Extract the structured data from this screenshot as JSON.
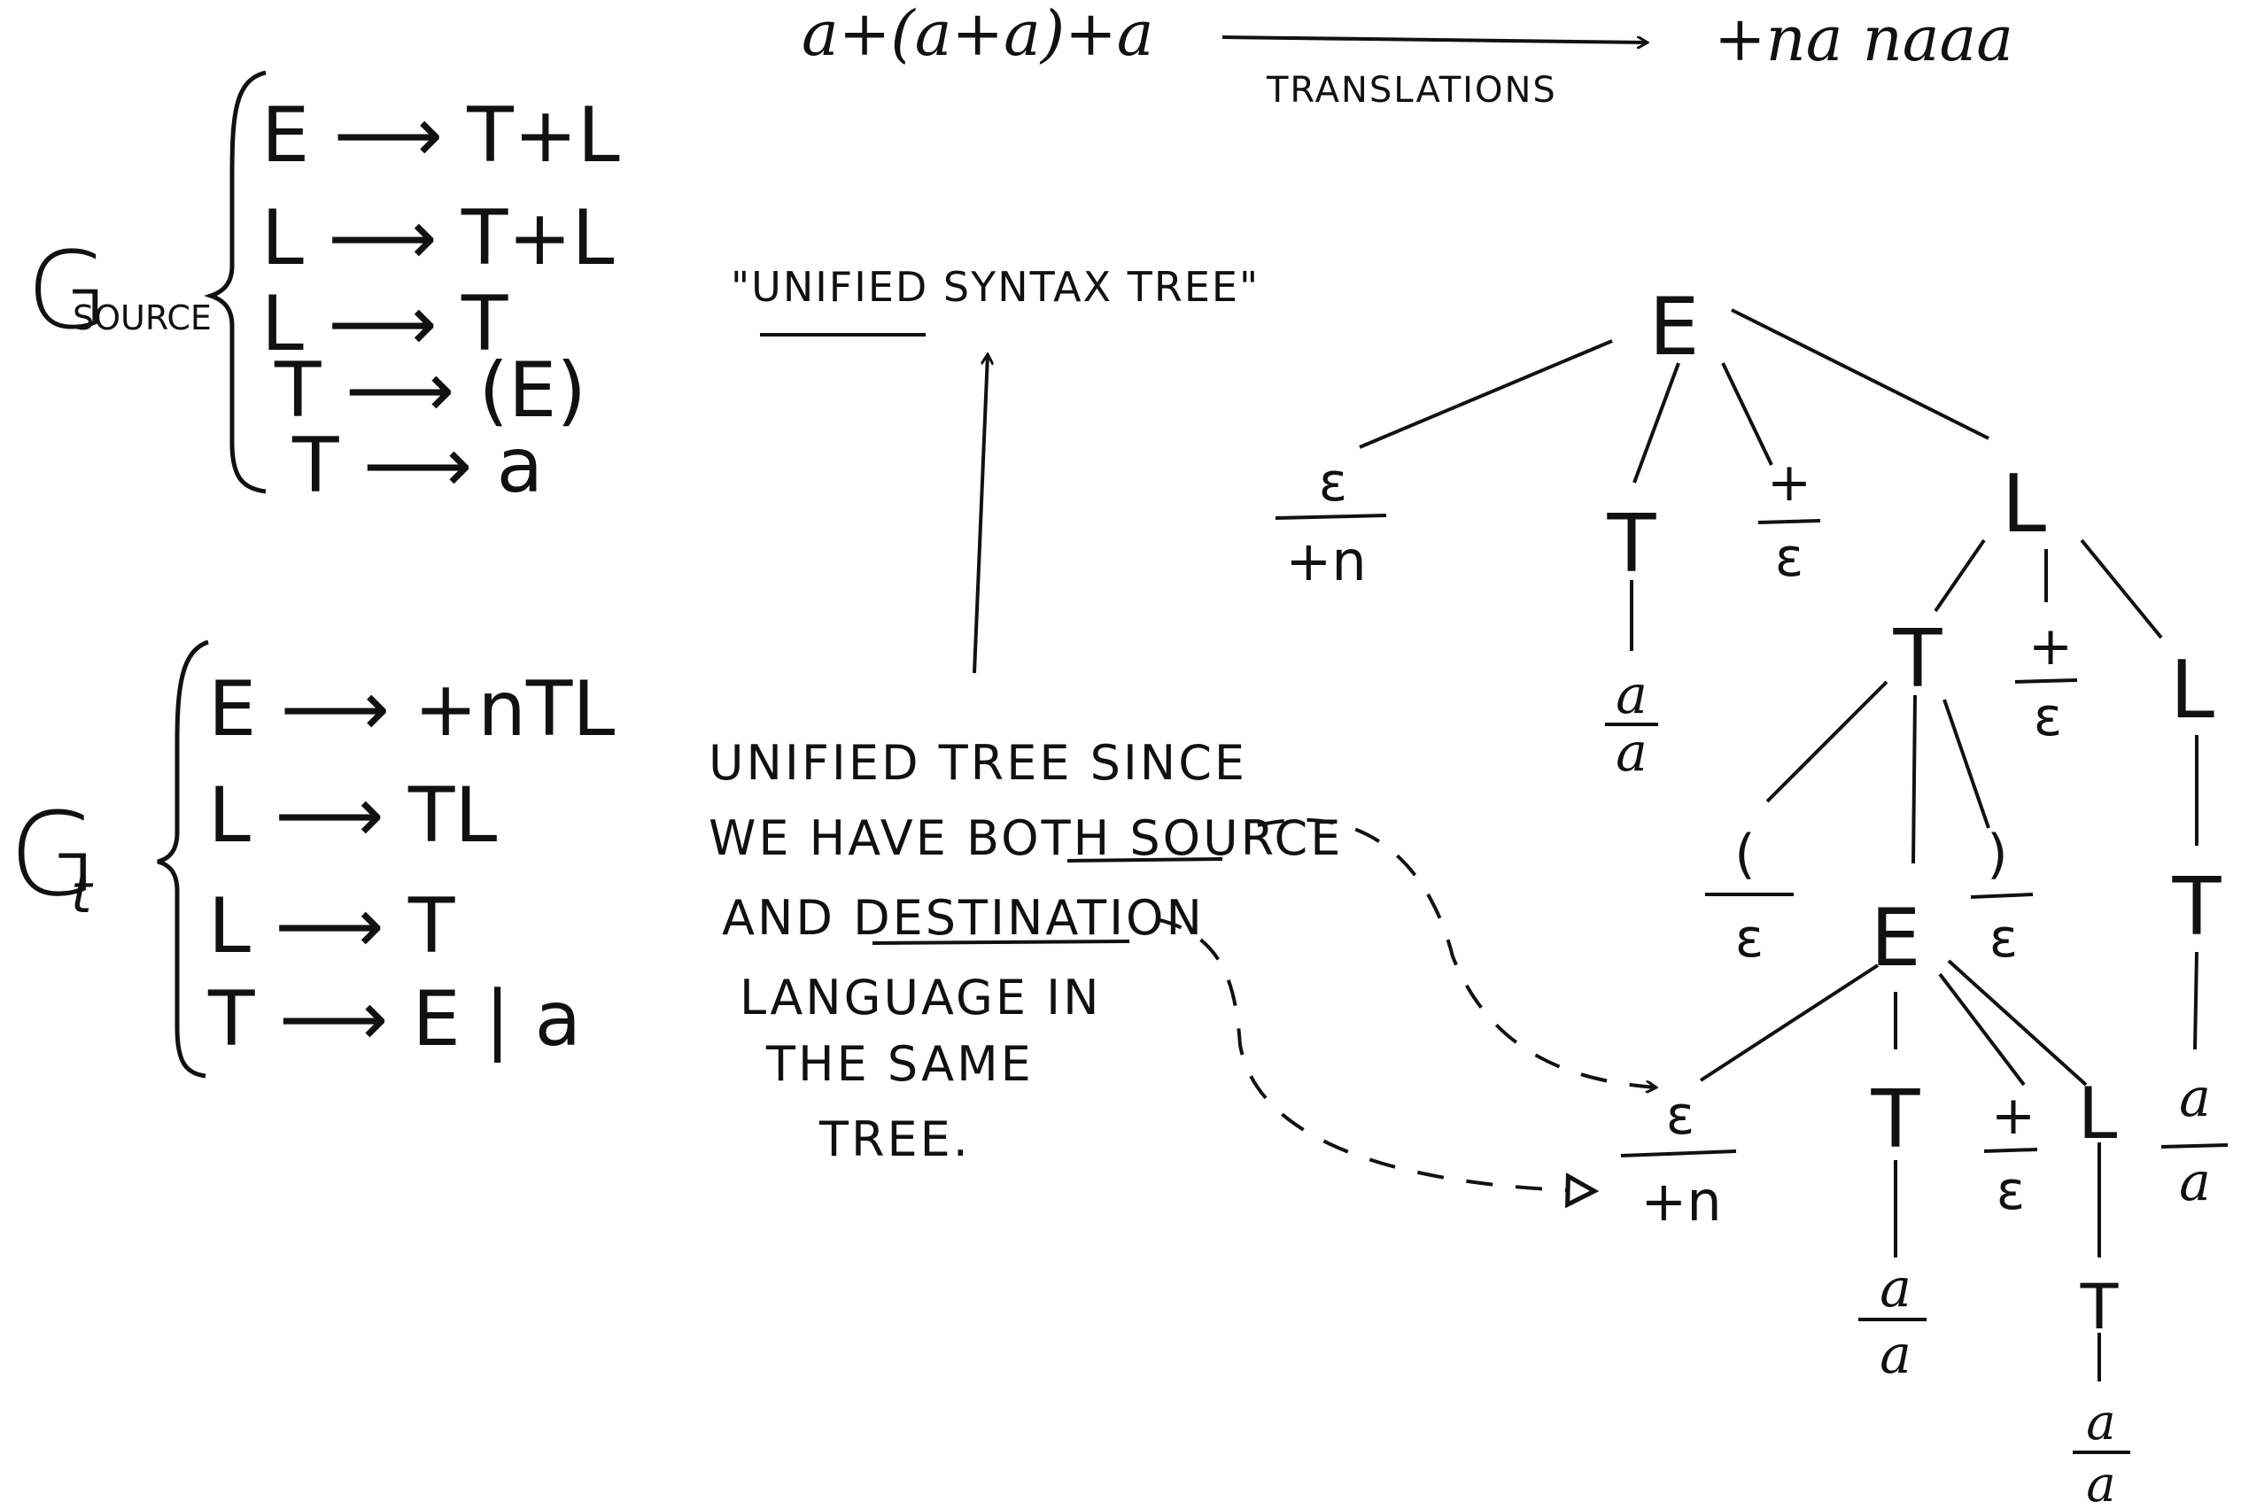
{
  "header": {
    "source_expr": "a+(a+a)+a",
    "translations_label": "TRANSLATIONS",
    "target_expr": "+na naaa"
  },
  "g_source": {
    "label_main": "G",
    "label_sub": "SOURCE",
    "rules": [
      "E ⟶ T+L",
      "L ⟶ T+L",
      "L ⟶ T",
      "T ⟶ (E)",
      "T ⟶ a"
    ]
  },
  "g_target": {
    "label_main": "G",
    "label_sub": "t",
    "rules": [
      "E ⟶ +nTL",
      "L ⟶ TL",
      "L ⟶ T",
      "T ⟶ E | a"
    ]
  },
  "ust_title": "\"UNIFIED SYNTAX TREE\"",
  "note": {
    "lines": [
      "UNIFIED TREE SINCE",
      "WE HAVE BOTH SOURCE",
      "AND DESTINATION",
      "LANGUAGE IN",
      "THE SAME",
      "TREE."
    ]
  },
  "tree": {
    "root": "E",
    "eps_top": "ε",
    "plus_n": "+n",
    "T": "T",
    "L": "L",
    "plus": "+",
    "eps": "ε",
    "a": "a",
    "lparen": "(",
    "rparen": ")"
  },
  "colors": {
    "ink": "#111111",
    "background": "#ffffff"
  }
}
